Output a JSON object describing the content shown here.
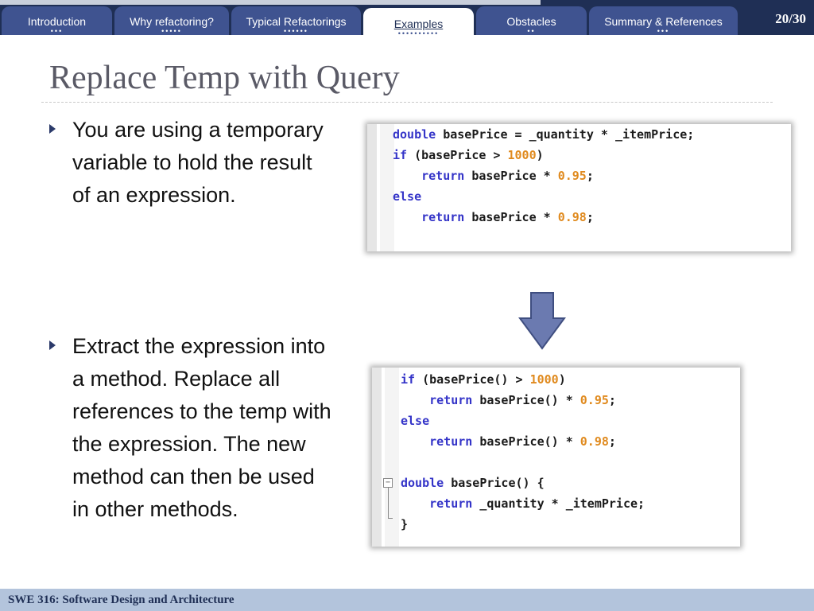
{
  "nav": {
    "tabs": [
      {
        "label": "Introduction",
        "dots": "•••"
      },
      {
        "label": "Why refactoring?",
        "dots": "•••••"
      },
      {
        "label": "Typical Refactorings",
        "dots": "••••••"
      },
      {
        "label": "Examples",
        "dots": "••••••••••"
      },
      {
        "label": "Obstacles",
        "dots": "••"
      },
      {
        "label": "Summary & References",
        "dots": "•••"
      }
    ],
    "active_tab": "Examples",
    "page_number": "20/30"
  },
  "slide": {
    "title": "Replace Temp with Query",
    "bullets": [
      "You are using a temporary variable to hold the result of an expression.",
      "Extract the expression into a method. Replace all references to the temp with the expression. The new method can then be used in other methods."
    ]
  },
  "code_before": {
    "lines": [
      "double basePrice = _quantity * _itemPrice;",
      "if (basePrice > 1000)",
      "    return basePrice * 0.95;",
      "else",
      "    return basePrice * 0.98;"
    ]
  },
  "code_after": {
    "lines": [
      "if (basePrice() > 1000)",
      "    return basePrice() * 0.95;",
      "else",
      "    return basePrice() * 0.98;",
      "",
      "double basePrice() {",
      "    return _quantity * _itemPrice;",
      "}"
    ],
    "fold_marker": "−"
  },
  "footer": {
    "course": "SWE 316: Software Design and Architecture"
  },
  "colors": {
    "nav_bg": "#1f2f55",
    "tab_bg": "#3f5390",
    "keyword": "#3434c8",
    "number": "#e08a1e",
    "footer_bg": "#b3c4dc",
    "arrow": "#6b7ab0"
  },
  "icons": {
    "bullet": "triangle-right-icon",
    "transition": "arrow-down-icon"
  }
}
